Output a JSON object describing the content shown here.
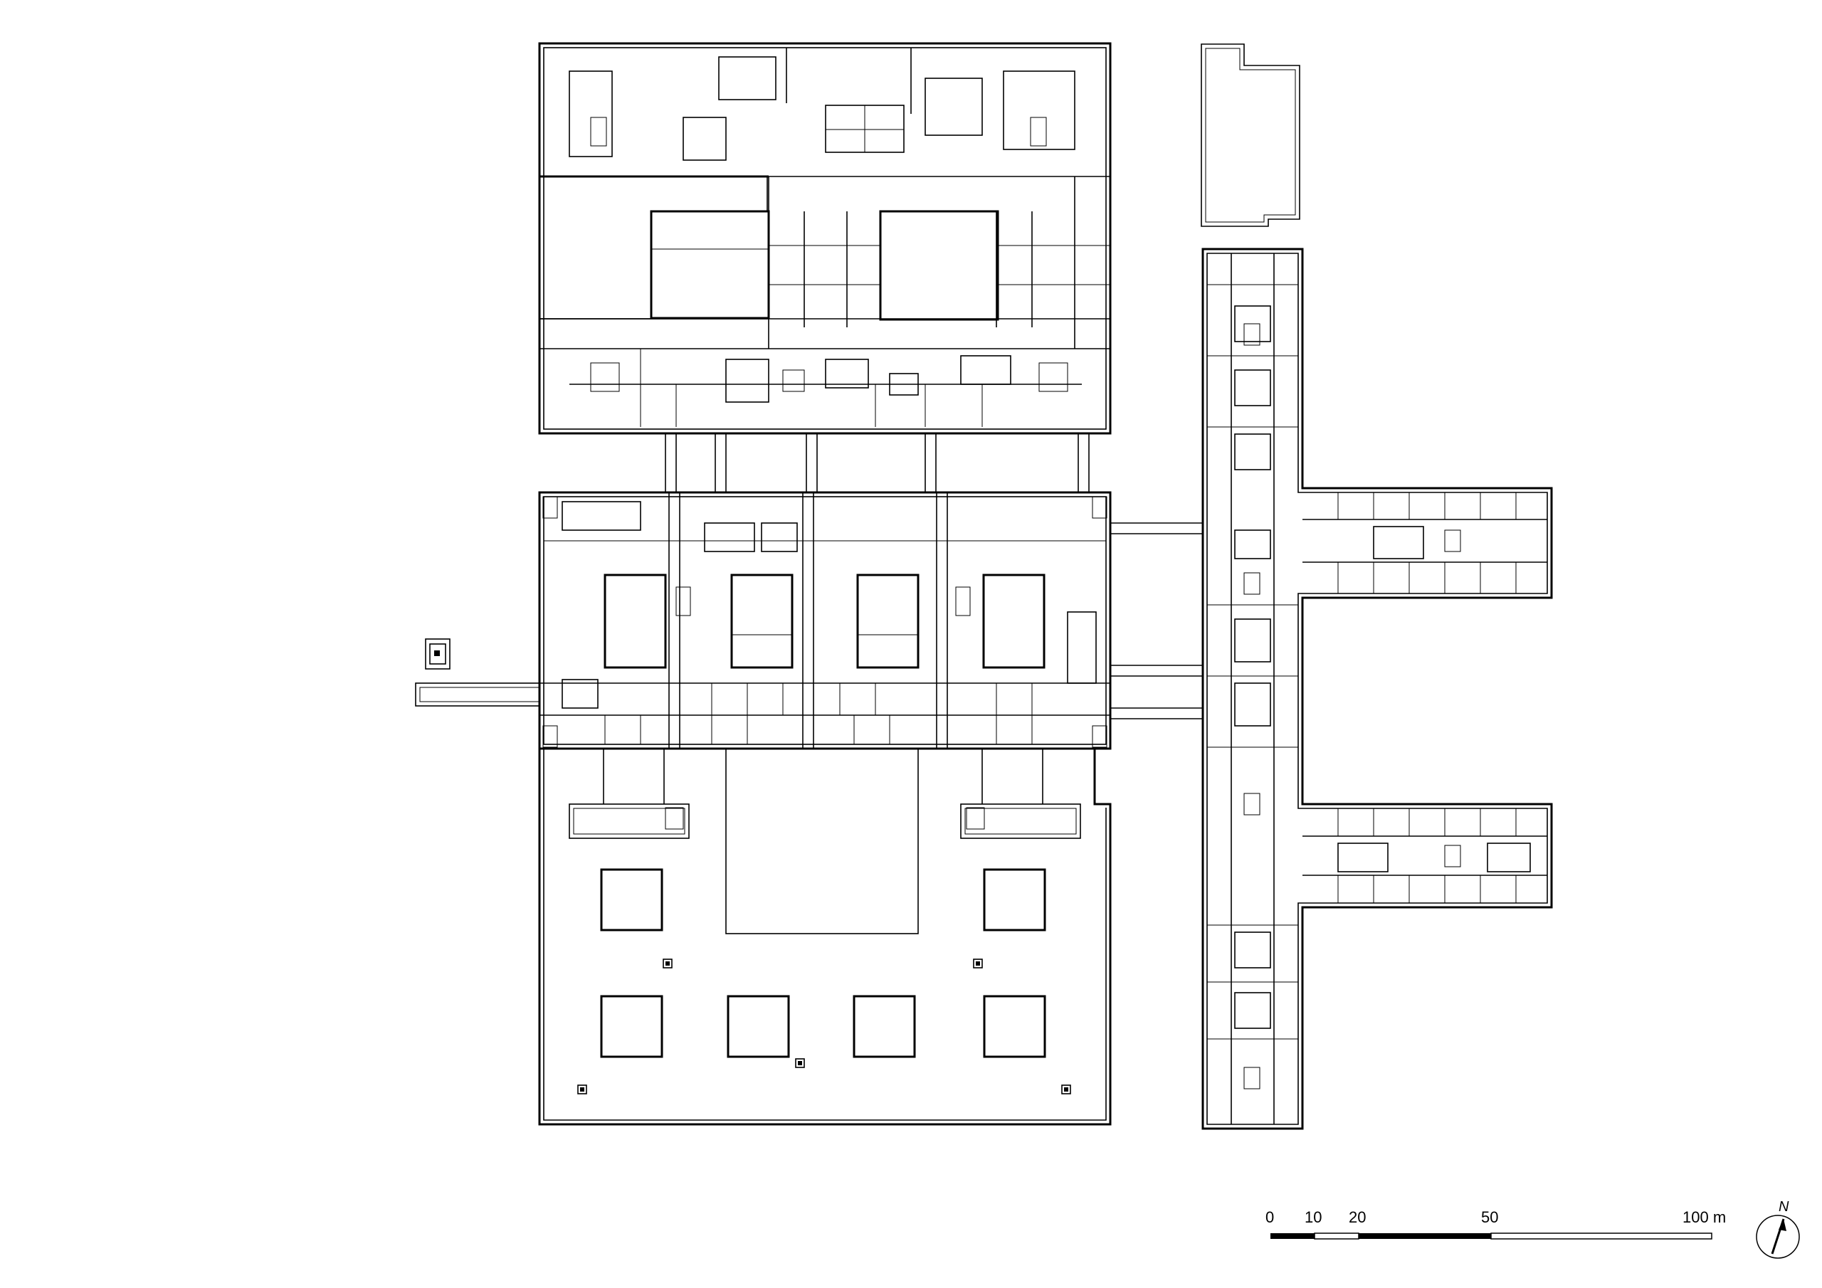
{
  "scale_bar": {
    "labels": [
      "0",
      "10",
      "20",
      "50",
      "100 m"
    ]
  },
  "north_arrow": {
    "label": "N",
    "icon": "north-arrow-icon"
  }
}
